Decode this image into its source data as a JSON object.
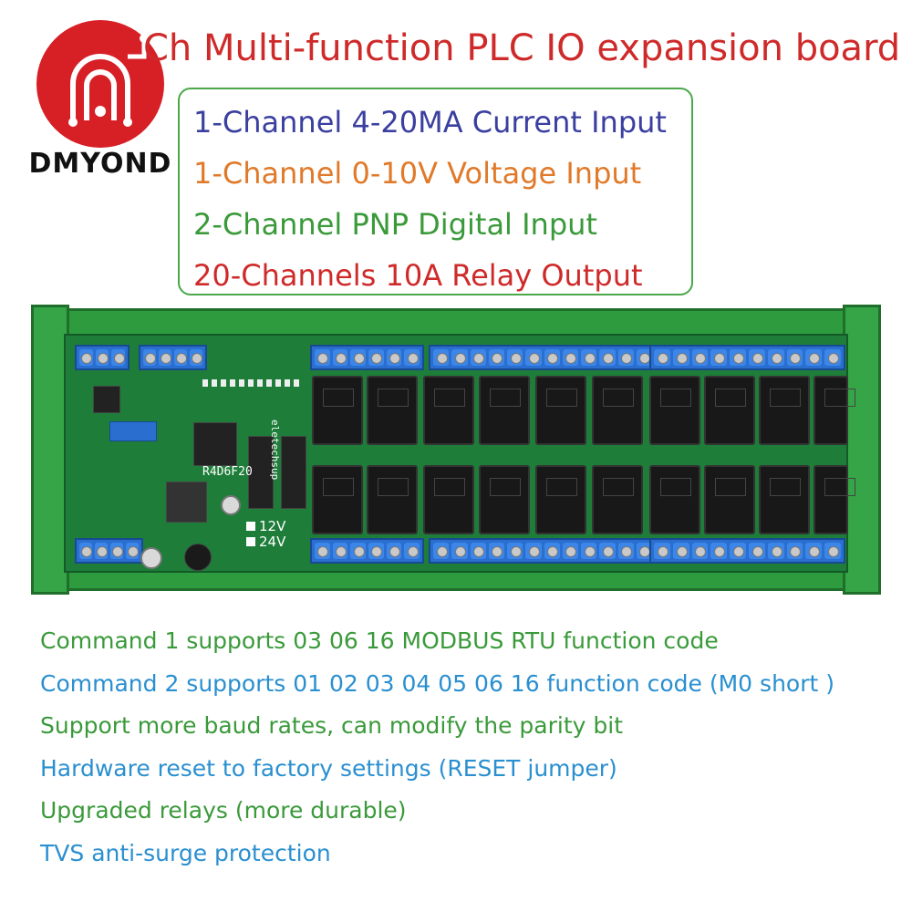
{
  "logo": {
    "brand": "DMYOND"
  },
  "title": "Ch Multi-function PLC IO expansion board",
  "specs": [
    {
      "text": "1-Channel 4-20MA Current Input",
      "color": "#3a3fa0"
    },
    {
      "text": "1-Channel 0-10V Voltage Input",
      "color": "#e07a2a"
    },
    {
      "text": "2-Channel PNP Digital Input",
      "color": "#3a9a3a"
    },
    {
      "text": "20-Channels 10A Relay Output",
      "color": "#cf2a2a"
    }
  ],
  "board": {
    "model": "R4D6F20",
    "brand_mark": "eletechsup",
    "v12": "12V",
    "v24": "24V"
  },
  "features": [
    {
      "text": "Command 1 supports 03 06 16 MODBUS RTU function code",
      "color": "#3a9a3a"
    },
    {
      "text": "Command 2 supports 01 02 03 04 05 06 16 function code (M0 short )",
      "color": "#2a8fd0"
    },
    {
      "text": "Support more baud rates, can modify the parity bit",
      "color": "#3a9a3a"
    },
    {
      "text": "Hardware reset to factory settings (RESET jumper)",
      "color": "#2a8fd0"
    },
    {
      "text": "Upgraded relays (more durable)",
      "color": "#3a9a3a"
    },
    {
      "text": "TVS anti-surge protection",
      "color": "#2a8fd0"
    }
  ]
}
